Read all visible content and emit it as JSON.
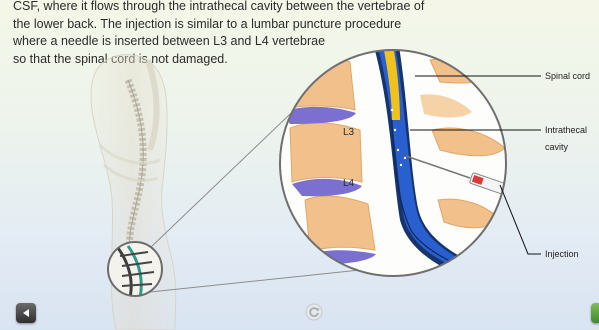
{
  "caption": {
    "lines": [
      "CSF, where it flows through the intrathecal cavity between the vertebrae of",
      "the lower back. The injection is similar to a lumbar puncture procedure",
      "where a needle is inserted between L3 and L4 vertebrae",
      "so that the spinal cord is not damaged."
    ]
  },
  "diagram": {
    "labels": {
      "spinal_cord": "Spinal cord",
      "intrathecal_line1": "Intrathecal",
      "intrathecal_line2": "cavity",
      "injection": "Injection",
      "l3": "L3",
      "l4": "L4"
    }
  },
  "nav": {
    "back_icon": "triangle-left-icon",
    "refresh_icon": "refresh-icon",
    "forward_icon": "next-icon"
  },
  "colors": {
    "csf_blue": "#2a5fcf",
    "cord_yellow": "#f2c21c",
    "vertebra": "#f2c08a",
    "disc": "#7b6fd0",
    "dura_dark": "#16356e"
  }
}
